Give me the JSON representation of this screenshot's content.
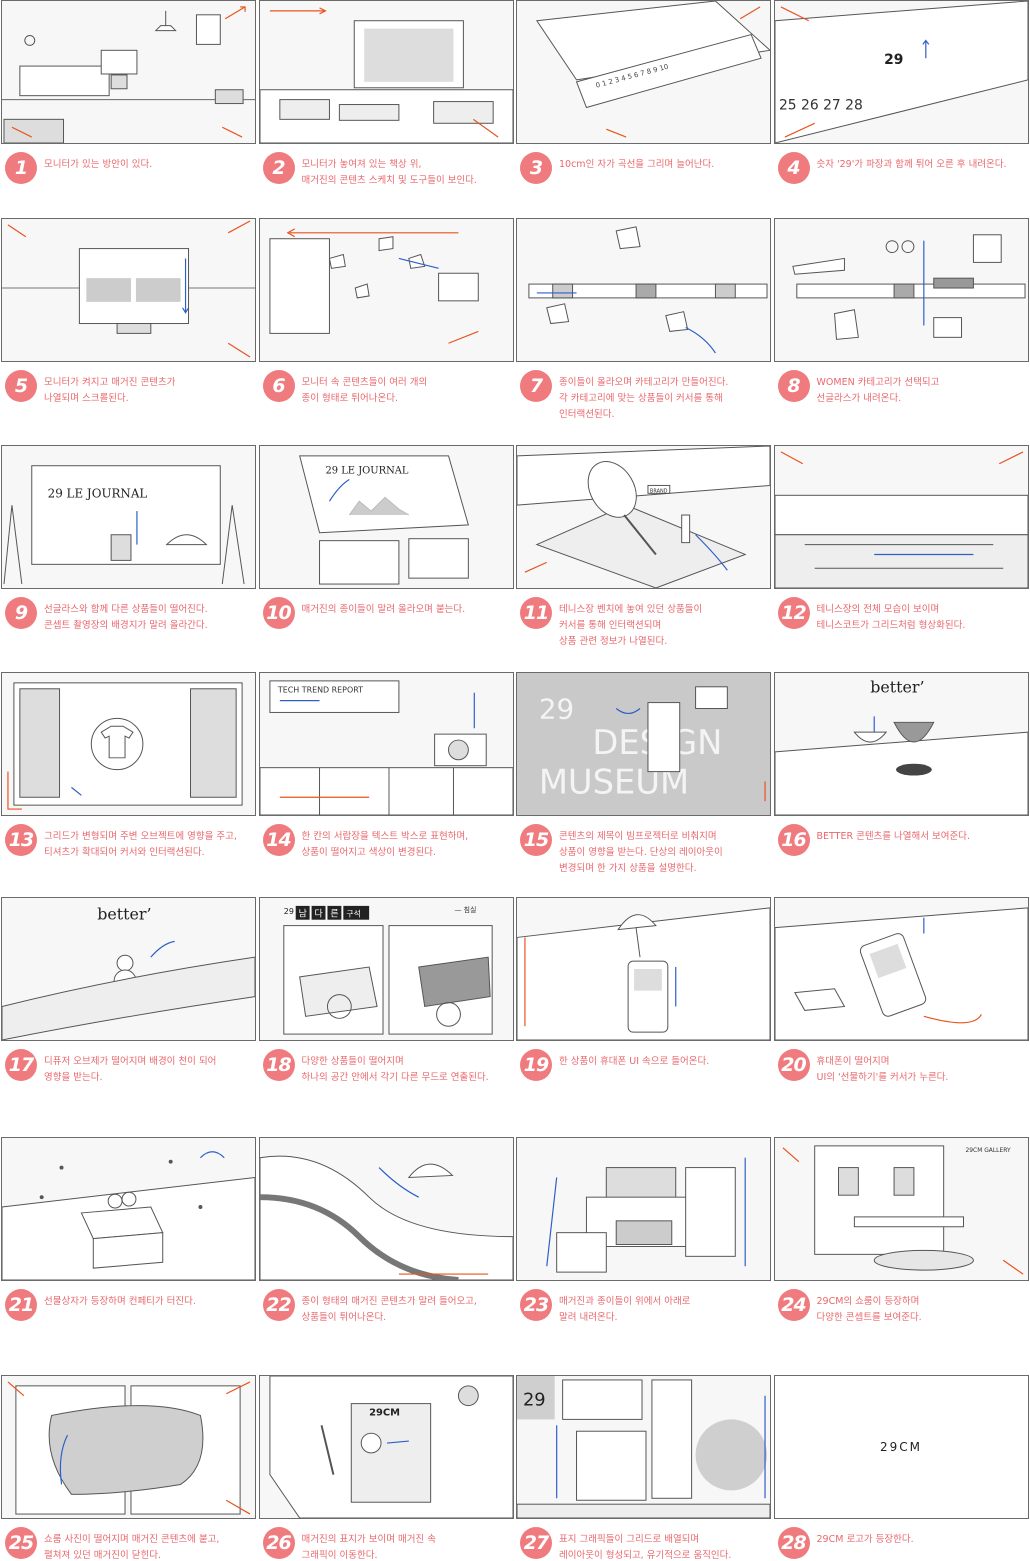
{
  "storyboard": {
    "panels": [
      {
        "n": "1",
        "caption": "모니터가 있는 방안이 있다."
      },
      {
        "n": "2",
        "caption": "모니터가 놓여져 있는 책상 위,\n매거진의 콘텐츠 스케치 및 도구들이 보인다."
      },
      {
        "n": "3",
        "caption": "10cm인 자가 곡선을 그리며 늘어난다."
      },
      {
        "n": "4",
        "caption": "숫자 '29'가 파장과 함께 튀어 오른 후 내려온다."
      },
      {
        "n": "5",
        "caption": "모니터가 켜지고 매거진 콘텐츠가\n나열되며 스크롤된다."
      },
      {
        "n": "6",
        "caption": "모니터 속 콘텐츠들이 여러 개의\n종이 형태로 튀어나온다."
      },
      {
        "n": "7",
        "caption": "종이들이 올라오며 카테고리가 만들어진다.\n각 카테고리에 맞는 상품들이 커서를 통해\n인터랙션된다."
      },
      {
        "n": "8",
        "caption": "WOMEN 카테고리가 선택되고\n선글라스가 내려온다."
      },
      {
        "n": "9",
        "caption": "선글라스와 함께 다른 상품들이 떨어진다.\n콘셉트 촬영장의 배경지가 말려 올라간다."
      },
      {
        "n": "10",
        "caption": "매거진의 종이들이 말려 올라오며 붙는다."
      },
      {
        "n": "11",
        "caption": "테니스장 벤치에 놓여 있던 상품들이\n커서를 통해 인터랙션되며\n상품 관련 정보가 나열된다."
      },
      {
        "n": "12",
        "caption": "테니스장의 전체 모습이 보이며\n테니스코트가 그리드처럼 형상화된다."
      },
      {
        "n": "13",
        "caption": "그리드가 변형되며 주변 오브젝트에 영향을 주고,\n티셔츠가 확대되어 커서와 인터랙션된다."
      },
      {
        "n": "14",
        "caption": "한 칸의 서랍장을 텍스트 박스로 표현하며,\n상품이 떨어지고 색상이 변경된다."
      },
      {
        "n": "15",
        "caption": "콘텐츠의 제목이 빔프로젝터로 비춰지며\n상품이 영향을 받는다. 단상의 레이아웃이\n변경되며 한 가지 상품을 설명한다."
      },
      {
        "n": "16",
        "caption": "BETTER 콘텐츠를 나열해서 보여준다."
      },
      {
        "n": "17",
        "caption": "디퓨저 오브제가 떨어지며 배경이 천이 되어\n영향을 받는다."
      },
      {
        "n": "18",
        "caption": "다양한 상품들이 떨어지며\n하나의 공간 안에서 각기 다른 무드로 연출된다."
      },
      {
        "n": "19",
        "caption": "한 상품이 휴대폰 UI 속으로 들어온다."
      },
      {
        "n": "20",
        "caption": "휴대폰이 떨어지며\nUI의 '선물하기'를 커서가 누른다."
      },
      {
        "n": "21",
        "caption": "선물상자가 등장하며 컨페티가 터진다."
      },
      {
        "n": "22",
        "caption": "종이 형태의 매거진 콘텐츠가 말려 들어오고,\n상품들이 튀어나온다."
      },
      {
        "n": "23",
        "caption": "매거진과 종이들이 위에서 아래로\n말려 내려온다."
      },
      {
        "n": "24",
        "caption": "29CM의 쇼룸이 등장하며\n다양한 콘셉트를 보여준다."
      },
      {
        "n": "25",
        "caption": "쇼룸 사진이 떨어지며 매거진 콘텐츠에 붙고,\n펼쳐져 있던 매거진이 닫힌다."
      },
      {
        "n": "26",
        "caption": "매거진의 표지가 보이며 매거진 속\n그래픽이 이동한다."
      },
      {
        "n": "27",
        "caption": "표지 그래픽들이 그리드로 배열되며\n레이아웃이 형성되고, 유기적으로 움직인다."
      },
      {
        "n": "28",
        "caption": "29CM 로고가 등장한다."
      }
    ],
    "frame_text": {
      "p3_ruler": "0 1 2 3 4 5 6 7 8 9 10",
      "p4_num": "29",
      "p4_ruler": "25 26 27 28",
      "p9_sign": "29 LE JOURNAL",
      "p10_sign": "29 LE JOURNAL",
      "p11_brand": "BRAND",
      "p14_sign": "TECH TREND REPORT",
      "p15_num": "29",
      "p15_line1": "DESIGN",
      "p15_line2": "MUSEUM",
      "p16_brand": "better’",
      "p17_brand": "better’",
      "p18_num": "29",
      "p18_title": [
        "남",
        "다",
        "른",
        "구석"
      ],
      "p18_tag": "— 침실",
      "p24_sign": "29CM GALLERY",
      "p26_cover": "29CM",
      "p27_num": "29",
      "p28_logo": "29CM"
    },
    "colors": {
      "accent": "#ef7b7f",
      "caption": "#e9686d",
      "arrow_orange": "#e8541e",
      "arrow_blue": "#2d5fc9",
      "line": "#555555",
      "fill_gray": "#cfcfcf"
    }
  }
}
